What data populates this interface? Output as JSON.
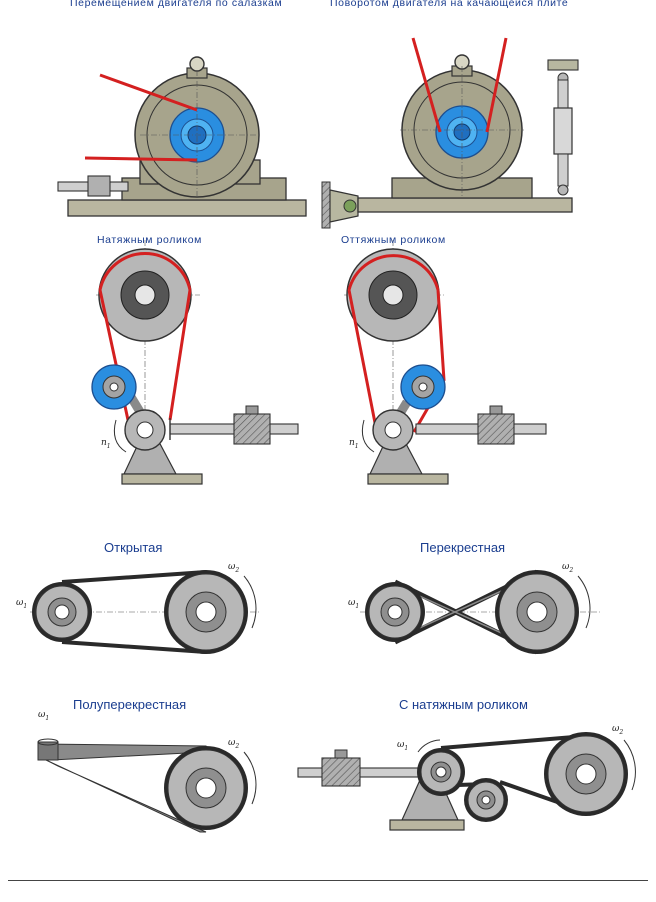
{
  "captions": {
    "slide": "Перемещением двигателя по салазкам",
    "swing_plate": "Поворотом двигателя на качающейся плите",
    "tension_roller": "Натяжным роликом",
    "idler_roller": "Оттяжным роликом",
    "open": "Открытая",
    "crossed": "Перекрестная",
    "half_crossed": "Полуперекрестная",
    "with_tension_roller": "С натяжным роликом"
  },
  "symbols": {
    "n1": "n",
    "n1_sub": "1",
    "w": "ω",
    "w1_sub": "1",
    "w2_sub": "2"
  },
  "colors": {
    "belt_red": "#d42020",
    "belt_dark": "#2a2a2a",
    "pulley_gray": "#b7b7b7",
    "motor_gray": "#a7a48c",
    "roller_blue": "#2a8ee0",
    "caption_blue": "#1a3d8f"
  }
}
